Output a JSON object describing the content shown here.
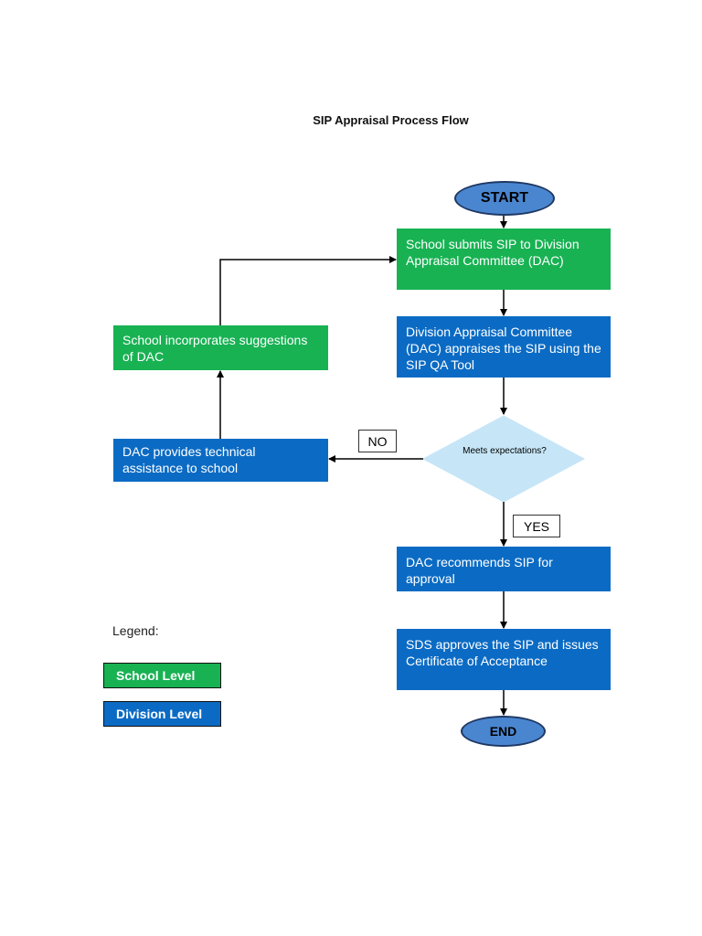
{
  "title": "SIP Appraisal Process Flow",
  "colors": {
    "school_level": "#18b253",
    "division_level": "#0b6bc4",
    "terminal": "#4a86d0",
    "decision": "#c6e6f7"
  },
  "nodes": {
    "start": "START",
    "submit": "School submits SIP to Division Appraisal Committee (DAC)",
    "appraise": "Division Appraisal Committee (DAC) appraises the SIP using the SIP QA Tool",
    "decision": "Meets expectations?",
    "recommend": "DAC recommends SIP for approval",
    "approve": "SDS approves the SIP and issues Certificate of Acceptance",
    "end": "END",
    "incorporate": "School incorporates suggestions of DAC",
    "assist": "DAC provides technical assistance to school"
  },
  "labels": {
    "no": "NO",
    "yes": "YES"
  },
  "legend": {
    "title": "Legend:",
    "items": [
      {
        "label": "School Level",
        "color": "#18b253"
      },
      {
        "label": "Division Level",
        "color": "#0b6bc4"
      }
    ]
  }
}
